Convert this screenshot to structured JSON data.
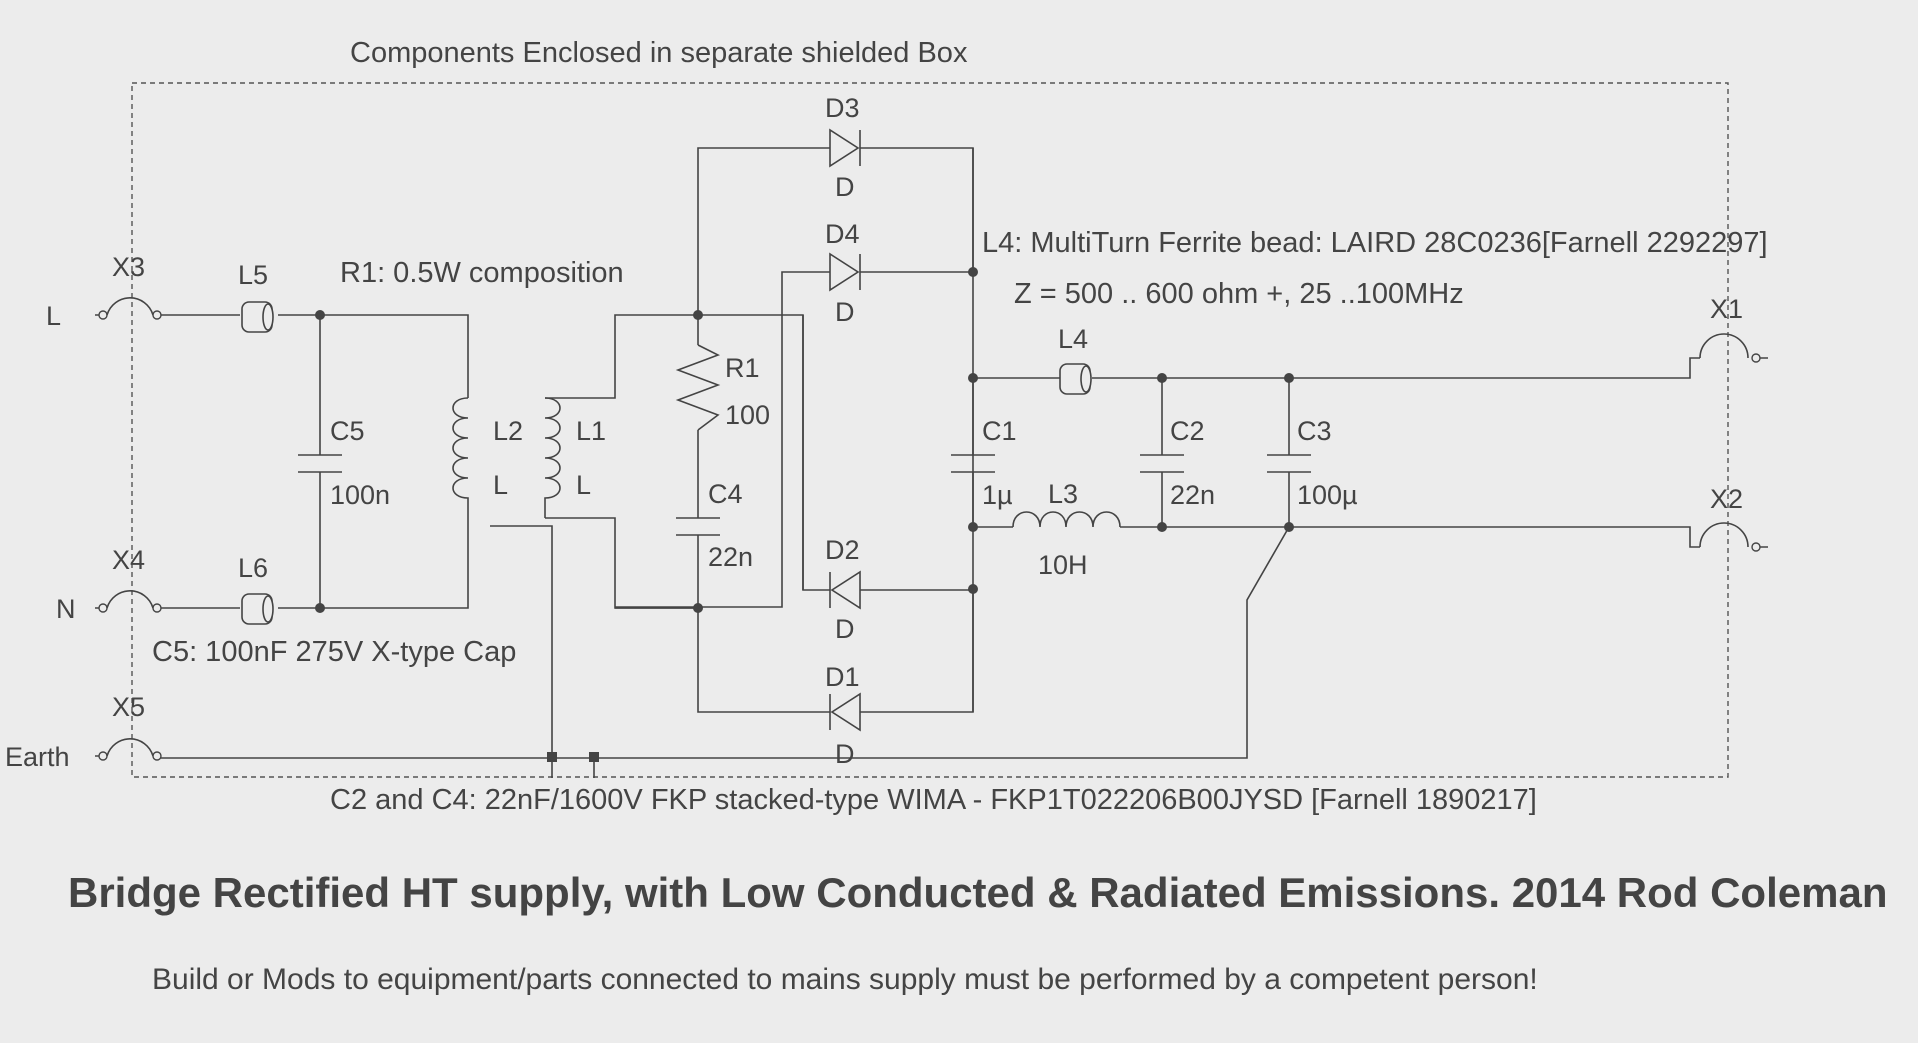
{
  "header_note": "Components Enclosed in separate shielded Box",
  "notes": {
    "r1": "R1: 0.5W composition",
    "l4_part": "L4: MultiTurn Ferrite bead: LAIRD 28C0236[Farnell 2292297]",
    "l4_spec": "Z = 500 .. 600 ohm +, 25 ..100MHz",
    "c5": "C5: 100nF 275V X-type Cap",
    "c2_c4": "C2 and C4: 22nF/1600V FKP stacked-type WIMA - FKP1T022206B00JYSD [Farnell 1890217]"
  },
  "title": "Bridge Rectified HT supply, with Low Conducted & Radiated Emissions. 2014 Rod Coleman",
  "warning": "Build or Mods to equipment/parts connected to mains supply must be performed by a competent person!",
  "nets": {
    "l": "L",
    "n": "N",
    "earth": "Earth"
  },
  "connectors": {
    "x1": "X1",
    "x2": "X2",
    "x3": "X3",
    "x4": "X4",
    "x5": "X5"
  },
  "components": {
    "l5": "L5",
    "l6": "L6",
    "l4": "L4",
    "c5": "C5",
    "c5_val": "100n",
    "l2": "L2",
    "l2_val": "L",
    "l1": "L1",
    "l1_val": "L",
    "r1": "R1",
    "r1_val": "100",
    "c4": "C4",
    "c4_val": "22n",
    "d1": "D1",
    "d1_val": "D",
    "d2": "D2",
    "d2_val": "D",
    "d3": "D3",
    "d3_val": "D",
    "d4": "D4",
    "d4_val": "D",
    "c1": "C1",
    "c1_val": "1µ",
    "l3": "L3",
    "l3_val": "10H",
    "c2": "C2",
    "c2_val": "22n",
    "c3": "C3",
    "c3_val": "100µ"
  }
}
